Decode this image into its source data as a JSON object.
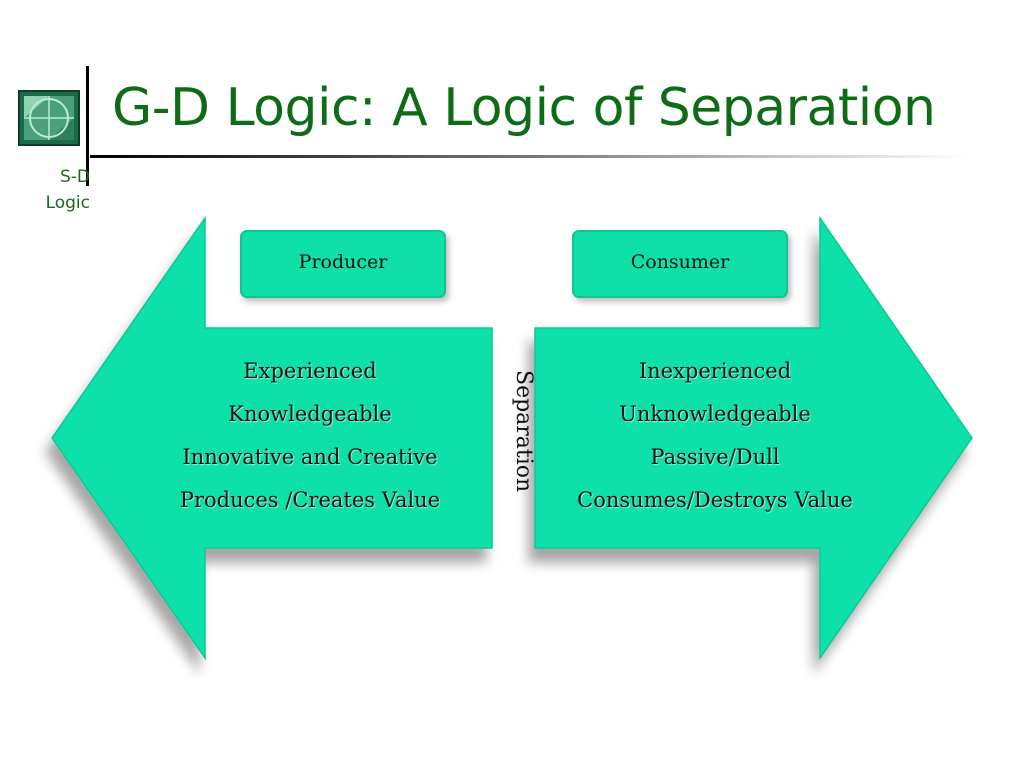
{
  "slide": {
    "title": "G-D Logic: A Logic of Separation",
    "side_label_line1": "S-D",
    "side_label_line2": "Logic",
    "logo_icon": "green-square-logo-icon"
  },
  "diagram": {
    "fill_color": "#0fe0a8",
    "producer": {
      "label": "Producer",
      "traits": [
        "Experienced",
        "Knowledgeable",
        "Innovative and Creative",
        "Produces /Creates Value"
      ]
    },
    "consumer": {
      "label": "Consumer",
      "traits": [
        "Inexperienced",
        "Unknowledgeable",
        "Passive/Dull",
        "Consumes/Destroys Value"
      ]
    },
    "divider_label": "Separation"
  }
}
